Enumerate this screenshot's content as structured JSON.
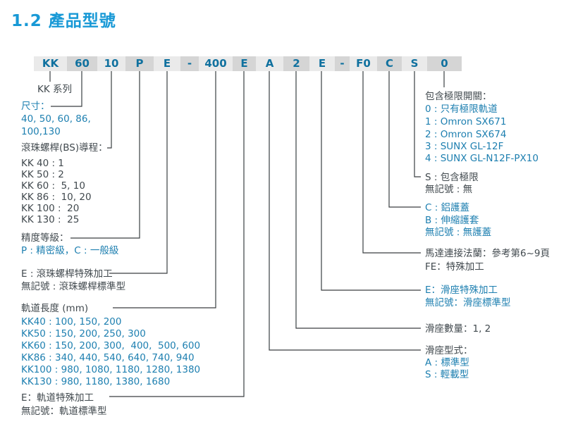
{
  "title": "1.2 產品型號",
  "palette": {
    "title_blue": "#1899d6",
    "text_blue": "#1d7fb0",
    "text_dark": "#41494e",
    "code_text_blue": "#10719f",
    "cell_light": "#eaeaea",
    "cell_dark": "#d5d5d5",
    "line_color": "#3a3f42"
  },
  "model_code": {
    "cells": [
      "KK",
      "60",
      "10",
      "P",
      "E",
      "-",
      "400",
      "E",
      "A",
      "2",
      "E",
      "-",
      "F0",
      "C",
      "S",
      "0"
    ]
  },
  "left": {
    "series": "KK 系列",
    "size_title": "尺寸：",
    "size_line1": "40, 50, 60, 86,",
    "size_line2": "100,130",
    "lead_title": "滾珠螺桿(BS)導程：",
    "lead_rows": [
      "KK 40 : 1",
      "KK 50 : 2",
      "KK 60 :  5, 10",
      "KK 86 :  10, 20",
      "KK 100 :  20",
      "KK 130 :  25"
    ],
    "accuracy_title": "精度等級：",
    "accuracy_value": "P : 精密級，C : 一般級",
    "bs_special": "E : 滾珠螺桿特殊加工",
    "bs_standard": "無記號 : 滾珠螺桿標準型",
    "rail_title": "軌道長度 (mm)",
    "rail_rows": [
      "KK40 : 100, 150, 200",
      "KK50 : 150, 200, 250, 300",
      "KK60 : 150, 200, 300,  400,  500, 600",
      "KK86 : 340, 440, 540, 640, 740, 940",
      "KK100 : 980, 1080, 1180, 1280, 1380",
      "KK130 : 980, 1180, 1380, 1680"
    ],
    "rail_special": "E：軌道特殊加工",
    "rail_standard": "無記號：軌道標準型"
  },
  "right": {
    "limit_title": "包含極限開關：",
    "limit_rows": [
      "0 : 只有極限軌道",
      "1 : Omron SX671",
      "2 : Omron SX674",
      "3 : SUNX GL-12F",
      "4 : SUNX GL-N12F-PX10"
    ],
    "limit_s": "S : 包含極限",
    "limit_none": "無記號 : 無",
    "cover_c": "C : 鋁護蓋",
    "cover_b": "B : 伸縮護套",
    "cover_none": "無記號 : 無護蓋",
    "flange": "馬達連接法蘭：參考第6~9頁",
    "flange_fe": "FE：特殊加工",
    "slider_special": "E：滑座特殊加工",
    "slider_standard": "無記號：滑座標準型",
    "slider_count": "滑座數量：1, 2",
    "slider_type_title": "滑座型式：",
    "slider_type_a": "A : 標準型",
    "slider_type_s": "S : 輕載型"
  }
}
